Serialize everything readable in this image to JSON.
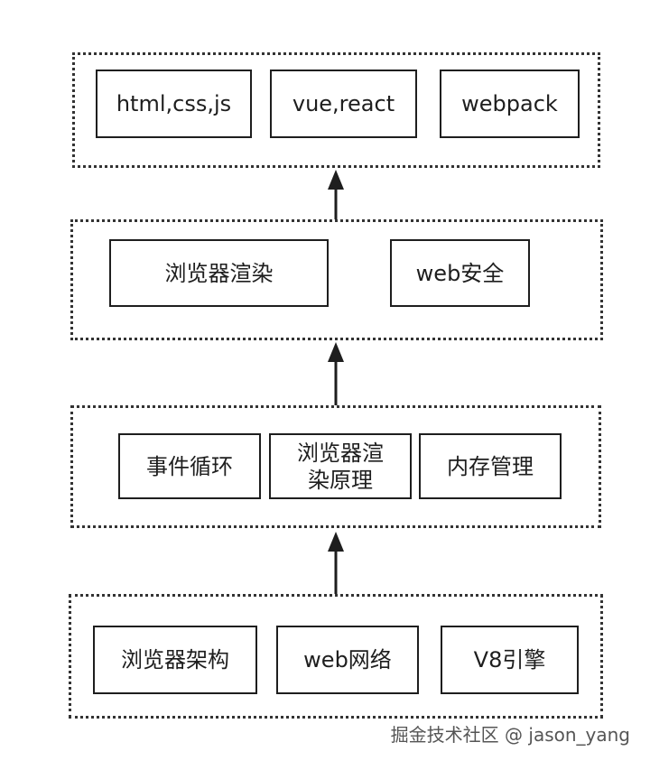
{
  "layers": [
    {
      "items": [
        "html,css,js",
        "vue,react",
        "webpack"
      ]
    },
    {
      "items": [
        "浏览器渲染",
        "web安全"
      ]
    },
    {
      "items": [
        "事件循环",
        "浏览器渲染原理",
        "内存管理"
      ],
      "item_lines": [
        [
          "事件循环"
        ],
        [
          "浏览器渲",
          "染原理"
        ],
        [
          "内存管理"
        ]
      ]
    },
    {
      "items": [
        "浏览器架构",
        "web网络",
        "V8引擎"
      ]
    }
  ],
  "watermark": "掘金技术社区 @ jason_yang",
  "colors": {
    "line": "#1e1e1e",
    "dotted_border": "#333333",
    "background": "#ffffff"
  }
}
